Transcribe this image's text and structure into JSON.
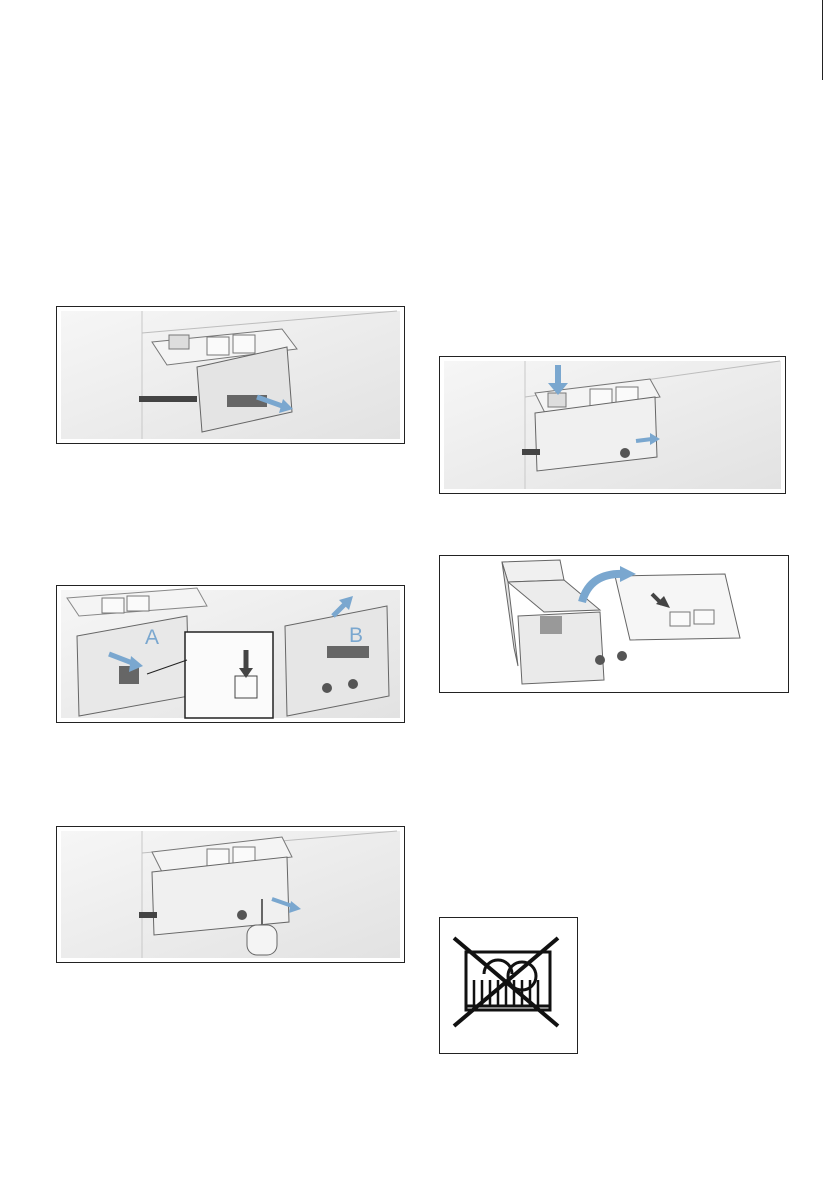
{
  "figures": {
    "fig2": {
      "label_a": "A",
      "label_b": "B"
    }
  },
  "icons": {
    "fig1": "drawer-pull-out-illustration",
    "fig2": "drawer-release-detail-illustration",
    "fig3": "drawer-dispenser-clean-illustration",
    "fig4": "drawer-insert-press-illustration",
    "fig5": "insert-flip-out-illustration",
    "fig6": "no-dishwasher-symbol"
  },
  "colors": {
    "arrow": "#7aa7cf",
    "line": "#222222",
    "panel_shade": "#ececec"
  }
}
